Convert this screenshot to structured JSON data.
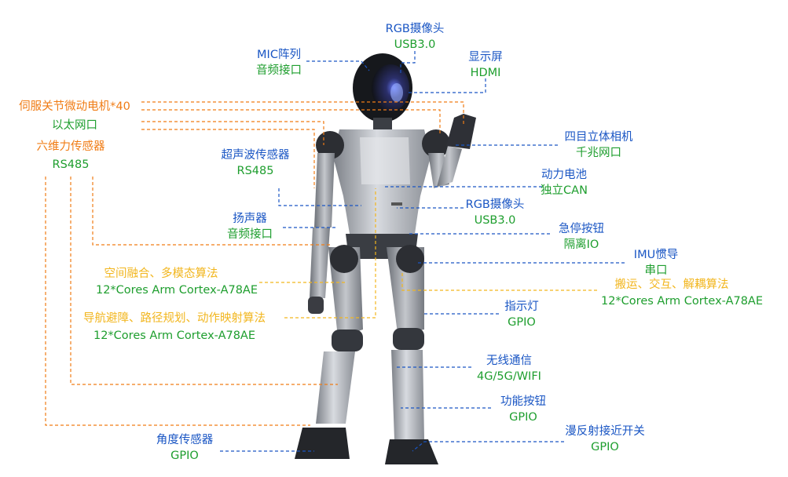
{
  "colors": {
    "blue": "#1a56c4",
    "green": "#1e9e2e",
    "orange": "#f07c15",
    "yellow": "#f2b61e"
  },
  "labels": {
    "rgb_camera_top": {
      "name": "RGB摄像头",
      "interface": "USB3.0"
    },
    "mic_array": {
      "name": "MIC阵列",
      "interface": "音频接口"
    },
    "display": {
      "name": "显示屏",
      "interface": "HDMI"
    },
    "servo_motors": {
      "name": "伺服关节微动电机*40"
    },
    "ethernet": {
      "name": "以太网口"
    },
    "force_sensor": {
      "name": "六维力传感器",
      "interface": "RS485"
    },
    "stereo_camera": {
      "name": "四目立体相机",
      "interface": "千兆网口"
    },
    "ultrasonic": {
      "name": "超声波传感器",
      "interface": "RS485"
    },
    "battery": {
      "name": "动力电池",
      "interface": "独立CAN"
    },
    "rgb_camera_mid": {
      "name": "RGB摄像头",
      "interface": "USB3.0"
    },
    "speaker": {
      "name": "扬声器",
      "interface": "音频接口"
    },
    "estop": {
      "name": "急停按钮",
      "interface": "隔离IO"
    },
    "imu": {
      "name": "IMU惯导",
      "interface": "串口"
    },
    "fusion_algo": {
      "name": "空间融合、多模态算法",
      "interface": "12*Cores Arm Cortex-A78AE"
    },
    "handling_algo": {
      "name": "搬运、交互、解耦算法",
      "interface": "12*Cores Arm Cortex-A78AE"
    },
    "indicator": {
      "name": "指示灯",
      "interface": "GPIO"
    },
    "nav_algo": {
      "name": "导航避障、路径规划、动作映射算法",
      "interface": "12*Cores Arm Cortex-A78AE"
    },
    "wireless": {
      "name": "无线通信",
      "interface": "4G/5G/WIFI"
    },
    "func_button": {
      "name": "功能按钮",
      "interface": "GPIO"
    },
    "angle_sensor": {
      "name": "角度传感器",
      "interface": "GPIO"
    },
    "proximity": {
      "name": "漫反射接近开关",
      "interface": "GPIO"
    }
  }
}
